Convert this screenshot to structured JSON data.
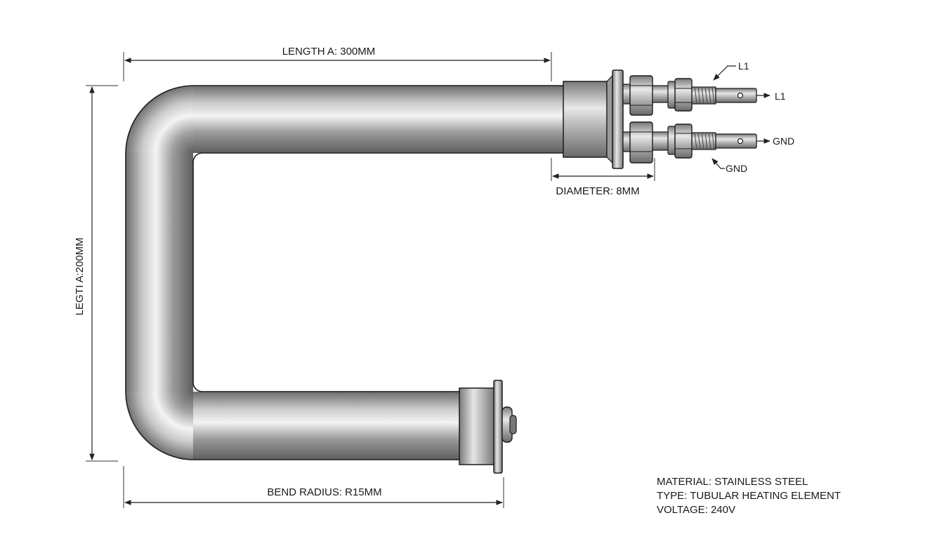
{
  "dimensions": {
    "length_a_top": "LENGTH A: 300MM",
    "length_vertical": "LEGTI A:200MM",
    "diameter": "DIAMETER: 8MM",
    "bend_radius": "BEND RADIUS: R15MM"
  },
  "terminals": {
    "callout_l1": "L1",
    "tip_l1": "L1",
    "tip_gnd": "GND",
    "callout_gnd": "GND"
  },
  "specs": {
    "material": "MATERIAL: STAINLESS STEEL",
    "type": "TYPE: TUBULAR HEATING ELEMENT",
    "voltage": "VOLTAGE: 240V"
  },
  "colors": {
    "steel_dark": "#6d6d6d",
    "steel_light": "#f2f2f2",
    "outline": "#1c1c1c"
  }
}
